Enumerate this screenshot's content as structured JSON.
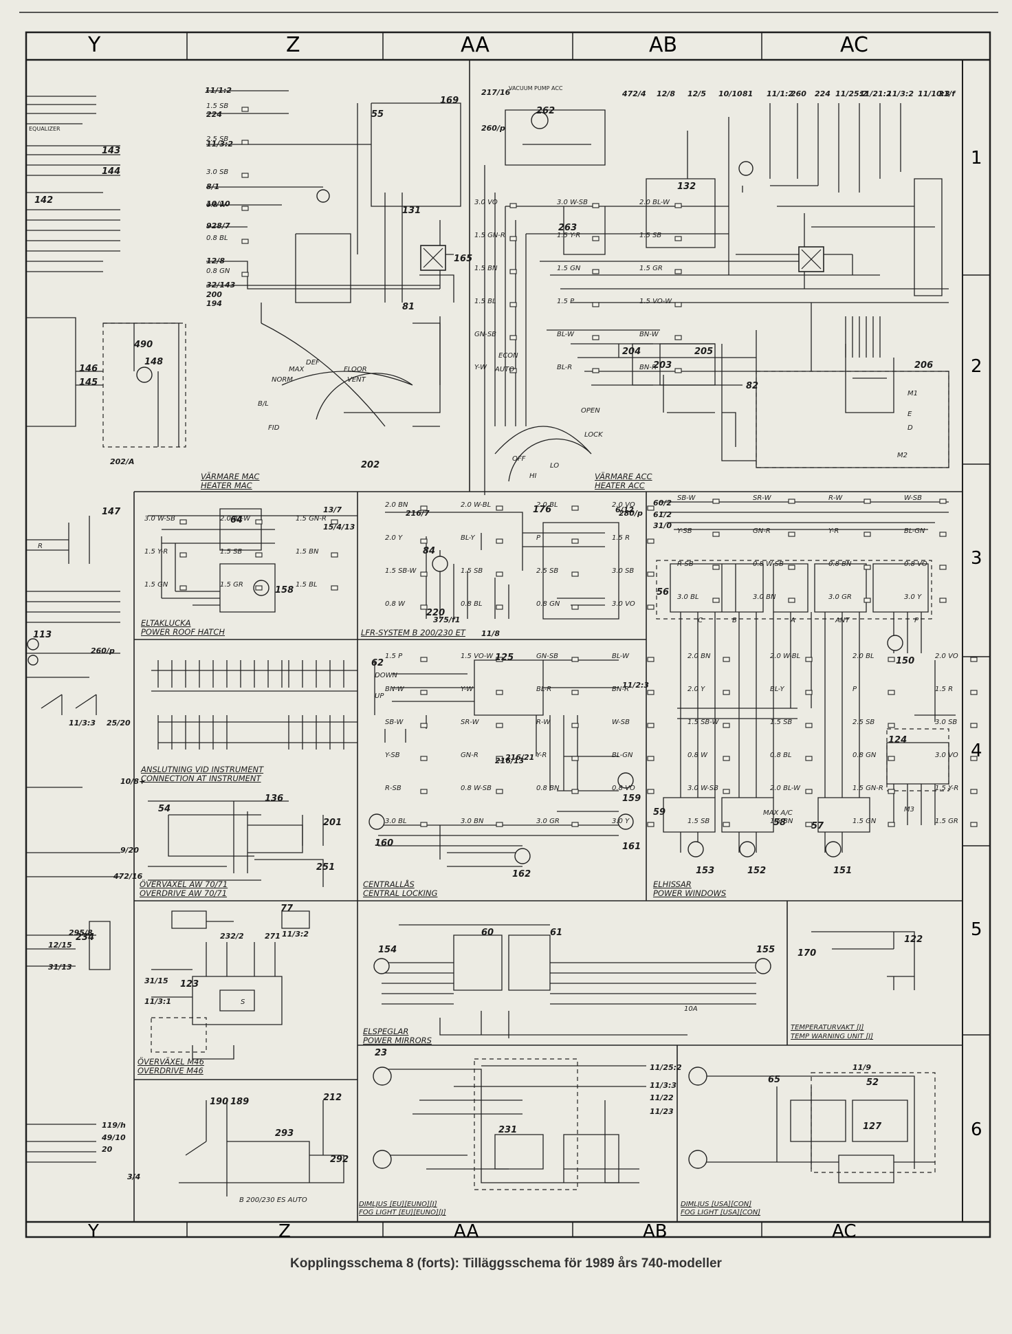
{
  "columns": [
    "Y",
    "Z",
    "AA",
    "AB",
    "AC"
  ],
  "rows": [
    "1",
    "2",
    "3",
    "4",
    "5",
    "6"
  ],
  "caption": "Kopplingsschema 8 (forts): Tilläggsschema för 1989 års 740-modeller",
  "sections": [
    {
      "key": "heater_mac",
      "line1": "VÄRMARE MAC",
      "line2": "HEATER MAC"
    },
    {
      "key": "heater_acc",
      "line1": "VÄRMARE ACC",
      "line2": "HEATER ACC"
    },
    {
      "key": "roof_hatch",
      "line1": "ELTAKLUCKA",
      "line2": "POWER ROOF HATCH"
    },
    {
      "key": "lfr",
      "line1": "LFR-SYSTEM  B 200/230 ET",
      "line2": ""
    },
    {
      "key": "instrument",
      "line1": "ANSLUTNING VID INSTRUMENT",
      "line2": "CONNECTION AT INSTRUMENT"
    },
    {
      "key": "central_lock",
      "line1": "CENTRALLÅS",
      "line2": "CENTRAL LOCKING"
    },
    {
      "key": "power_windows",
      "line1": "ELHISSAR",
      "line2": "POWER WINDOWS"
    },
    {
      "key": "od_aw70",
      "line1": "ÖVERVÄXEL AW 70/71",
      "line2": "OVERDRIVE AW 70/71"
    },
    {
      "key": "od_m46",
      "line1": "ÖVERVÄXEL M46",
      "line2": "OVERDRIVE M46"
    },
    {
      "key": "temp_warning",
      "line1": "TEMPERATURVAKT [J]",
      "line2": "TEMP WARNING UNIT [J]"
    },
    {
      "key": "power_mirrors",
      "line1": "ELSPEGLAR",
      "line2": "POWER MIRRORS"
    },
    {
      "key": "fog_eu",
      "line1": "DIMLJUS [EU][EUNO][J]",
      "line2": "FOG LIGHT [EU][EUNO][J]"
    },
    {
      "key": "fog_usa",
      "line1": "DIMLJUS [USA][CON]",
      "line2": "FOG LIGHT [USA][CON]"
    },
    {
      "key": "b200_auto",
      "line1": "B 200/230 ES AUTO",
      "line2": ""
    },
    {
      "key": "equalizer",
      "line1": "EQUALIZER",
      "line2": ""
    },
    {
      "key": "vacuum",
      "line1": "VACUUM PUMP ACC",
      "line2": ""
    }
  ],
  "components": [
    "169",
    "55",
    "262",
    "132",
    "131",
    "165",
    "81",
    "202",
    "263",
    "204",
    "205",
    "203",
    "82",
    "206",
    "64",
    "158",
    "176",
    "84",
    "220",
    "62",
    "125",
    "159",
    "160",
    "161",
    "162",
    "59",
    "58",
    "57",
    "56",
    "150",
    "152",
    "151",
    "153",
    "124",
    "136",
    "201",
    "251",
    "54",
    "234",
    "123",
    "77",
    "60",
    "61",
    "154",
    "155",
    "170",
    "122",
    "65",
    "52",
    "127",
    "231",
    "293",
    "292",
    "190",
    "189",
    "212",
    "490",
    "148",
    "146",
    "145",
    "143",
    "144",
    "147",
    "142",
    "113",
    "23"
  ],
  "wire_labels": [
    "1.5 SB",
    "2.5 SB",
    "3.0 SB",
    "0.8 W",
    "0.8 BL",
    "0.8 GN",
    "3.0 VO",
    "3.0 W-SB",
    "2.0 BL-W",
    "1.5 GN-R",
    "1.5 Y-R",
    "1.5 SB",
    "1.5 BN",
    "1.5 GN",
    "1.5 GR",
    "1.5 BL",
    "1.5 P",
    "1.5 VO-W",
    "GN-SB",
    "BL-W",
    "BN-W",
    "Y-W",
    "BL-R",
    "BN-R",
    "SB-W",
    "SR-W",
    "R-W",
    "W-SB",
    "Y-SB",
    "GN-R",
    "Y-R",
    "BL-GN",
    "R-SB",
    "0.8 W-SB",
    "0.8 BN",
    "0.8 VO",
    "3.0 BL",
    "3.0 BN",
    "3.0 GR",
    "3.0 Y",
    "2.0 BN",
    "2.0 W-BL",
    "2.0 BL",
    "2.0 VO",
    "2.0 Y",
    "BL-Y",
    "P",
    "1.5 R",
    "1.5 SB-W"
  ],
  "signal_refs": [
    "11/1:2",
    "224",
    "11/3:2",
    "8/1",
    "10/10",
    "928/7",
    "12/8",
    "32/143",
    "200",
    "194",
    "217/16",
    "260/p",
    "472/4",
    "12/8",
    "12/5",
    "10/10",
    "81",
    "11/1:2",
    "260",
    "224",
    "11/25:2",
    "11/21:2",
    "11/3:2",
    "11/10:3",
    "31/f",
    "13/7",
    "15/4/13",
    "6/12",
    "60/2",
    "61/2",
    "31/0",
    "11/2:3",
    "216/13",
    "216/21",
    "216/7",
    "11/8",
    "375/f1",
    "280/p",
    "11/3:3",
    "25/20",
    "202/A",
    "260/p",
    "10/8+",
    "9/20",
    "472/16",
    "295/8",
    "12/15",
    "31/13",
    "31/15",
    "11/3:1",
    "232/2",
    "271",
    "11/3:2",
    "119/h",
    "49/10",
    "20",
    "3/4",
    "11/9",
    "11/25:2",
    "11/3:3",
    "11/22",
    "11/23"
  ],
  "labels": [
    "MAX",
    "NORM",
    "DEF",
    "FLOOR",
    "VENT",
    "B/L",
    "FID",
    "ECON",
    "AUTO",
    "OFF",
    "HI",
    "LO",
    "OPEN",
    "LOCK",
    "DOWN",
    "UP",
    "MAX A/C",
    "M3",
    "M2",
    "M1",
    "E",
    "D",
    "C",
    "B",
    "A",
    "ANT",
    "P",
    "R",
    "S",
    "10A"
  ]
}
